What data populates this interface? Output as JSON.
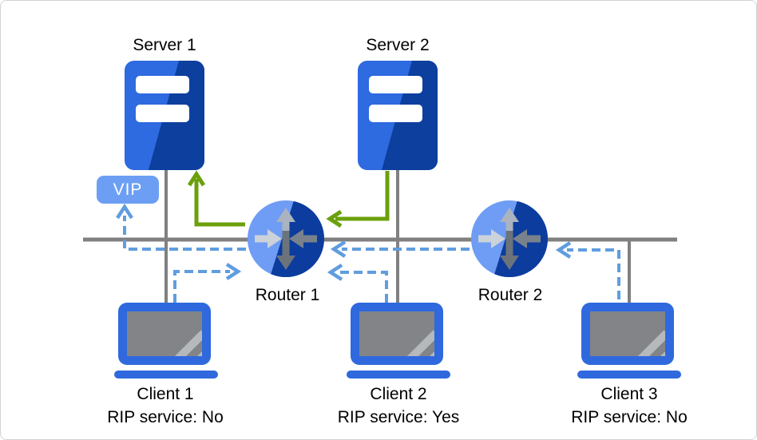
{
  "diagram": {
    "nodes": {
      "server1": {
        "label": "Server 1"
      },
      "server2": {
        "label": "Server 2"
      },
      "router1": {
        "label": "Router 1"
      },
      "router2": {
        "label": "Router 2"
      },
      "client1": {
        "label": "Client 1",
        "rip_status": "RIP service: No"
      },
      "client2": {
        "label": "Client 2",
        "rip_status": "RIP service: Yes"
      },
      "client3": {
        "label": "Client 3",
        "rip_status": "RIP service: No"
      },
      "vip_badge": {
        "label": "VIP"
      }
    },
    "icons": {
      "server": "server-icon",
      "router": "router-icon",
      "client": "laptop-icon"
    },
    "edges": [
      {
        "from": "Server 1",
        "to": "Client 1",
        "style": "solid-gray-link"
      },
      {
        "from": "Server 2",
        "to": "Client 2",
        "style": "solid-gray-link"
      },
      {
        "from": "Client 3",
        "to": "LAN bus",
        "style": "solid-gray-link"
      },
      {
        "from": "Router 1",
        "to": "Server 1",
        "style": "green-arrow"
      },
      {
        "from": "Server 2",
        "to": "Router 1",
        "style": "green-arrow"
      },
      {
        "from": "Client 1",
        "to": "Router 1",
        "style": "dashed-blue-arrow"
      },
      {
        "from": "Client 2",
        "to": "Router 1",
        "style": "dashed-blue-arrow"
      },
      {
        "from": "Client 3",
        "to": "Router 2",
        "style": "dashed-blue-arrow"
      },
      {
        "from": "Router 2",
        "to": "Router 1",
        "style": "dashed-blue-arrow"
      },
      {
        "from": "Router 1",
        "to": "VIP",
        "style": "dashed-blue-arrow"
      }
    ]
  },
  "colors": {
    "server_blue_light": "#2e6ae0",
    "server_blue_dark": "#0c3f9e",
    "router_blue_light": "#6f9cf4",
    "router_blue_dark": "#0b3c9e",
    "vip_badge_blue": "#6c9ff4",
    "laptop_blue": "#2f69dd",
    "screen_gray": "#828487",
    "link_gray": "#808080",
    "green_arrow": "#6ba00c",
    "dashed_blue": "#5f9de0",
    "label_text": "#000000",
    "canvas_border": "#d3d3d3"
  }
}
